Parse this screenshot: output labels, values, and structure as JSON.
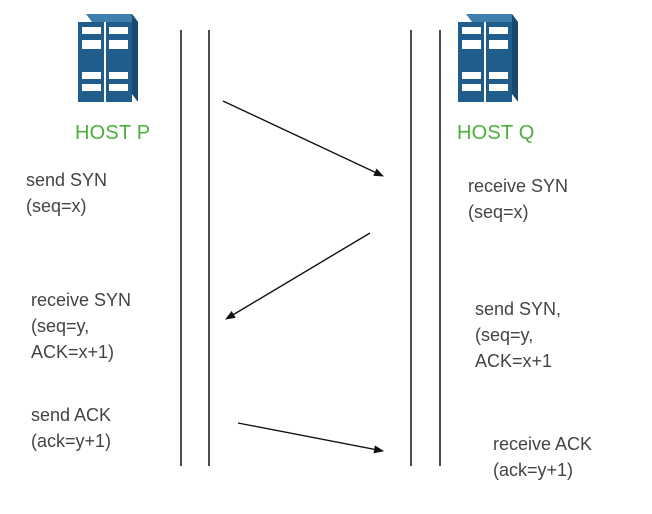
{
  "colors": {
    "host_label": "#4caf3d",
    "server_fill": "#215d8a",
    "line": "#111111",
    "text": "#444444"
  },
  "hosts": [
    {
      "label": "HOST P",
      "icon": "server-icon"
    },
    {
      "label": "HOST Q",
      "icon": "server-icon"
    }
  ],
  "host_p_notes": [
    {
      "lines": [
        "send SYN",
        "(seq=x)"
      ]
    },
    {
      "lines": [
        "receive SYN",
        "(seq=y,",
        "ACK=x+1)"
      ]
    },
    {
      "lines": [
        "send ACK",
        "(ack=y+1)"
      ]
    }
  ],
  "host_q_notes": [
    {
      "lines": [
        "receive SYN",
        "(seq=x)"
      ]
    },
    {
      "lines": [
        "send SYN,",
        "(seq=y,",
        "ACK=x+1"
      ]
    },
    {
      "lines": [
        "receive ACK",
        "(ack=y+1)"
      ]
    }
  ],
  "messages": [
    {
      "from": "HOST P",
      "to": "HOST Q",
      "step": 1
    },
    {
      "from": "HOST Q",
      "to": "HOST P",
      "step": 2
    },
    {
      "from": "HOST P",
      "to": "HOST Q",
      "step": 3
    }
  ]
}
